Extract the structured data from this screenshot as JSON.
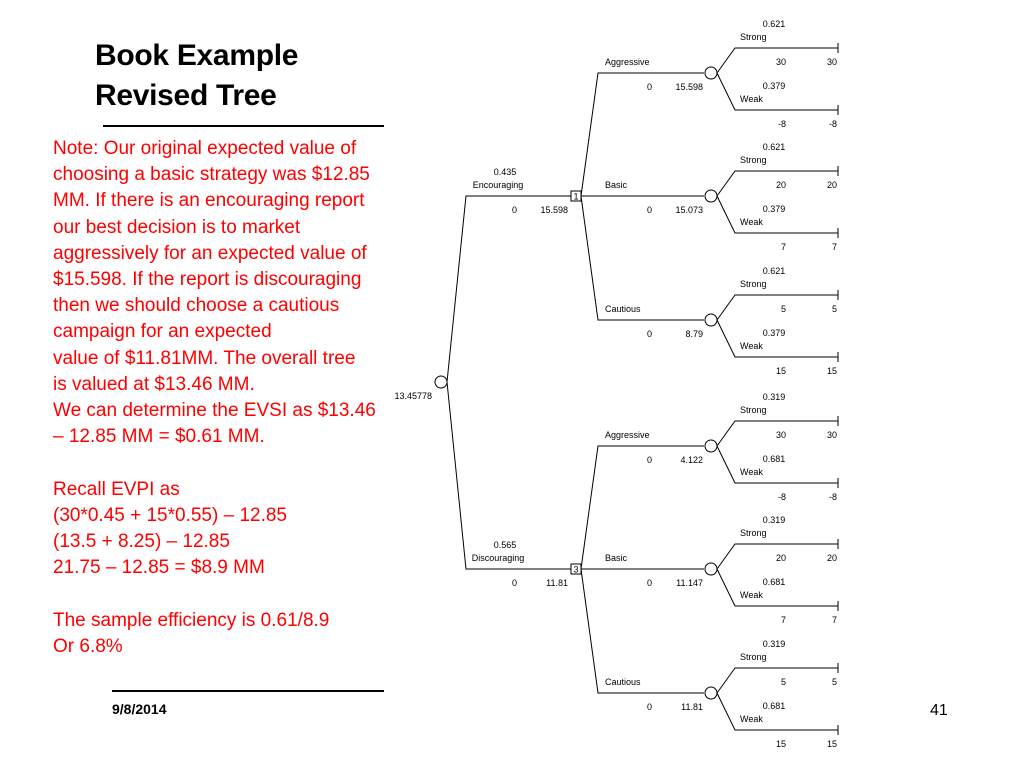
{
  "title_lines": [
    "Book Example",
    "Revised Tree"
  ],
  "note_lines": [
    "Note:  Our original expected value of",
    "choosing a basic strategy was $12.85",
    "MM.  If there is an encouraging report",
    "our best decision is to market",
    "aggressively for an expected value of",
    "$15.598.  If the report is discouraging",
    "then we should choose a cautious",
    "campaign for an expected",
    "value of $11.81MM.  The overall tree",
    "is valued at $13.46 MM.",
    "We can determine the EVSI as $13.46",
    "– 12.85 MM = $0.61 MM.",
    "",
    "Recall EVPI as",
    "(30*0.45 + 15*0.55) – 12.85",
    "(13.5 + 8.25) – 12.85",
    "21.75 – 12.85 = $8.9 MM",
    "",
    "The sample efficiency is 0.61/8.9",
    "Or 6.8%"
  ],
  "footer": {
    "date": "9/8/2014",
    "page": "41"
  },
  "colors": {
    "note_text": "#ff0000"
  },
  "tree": {
    "root_value": "13.45778",
    "reports": [
      {
        "probability": "0.435",
        "label": "Encouraging",
        "payoff": "0",
        "value": "15.598",
        "decision_id": "1",
        "options": [
          {
            "label": "Aggressive",
            "payoff": "0",
            "value": "15.598",
            "outcomes": [
              {
                "probability": "0.621",
                "label": "Strong",
                "payoff": "30",
                "end_value": "30"
              },
              {
                "probability": "0.379",
                "label": "Weak",
                "payoff": "-8",
                "end_value": "-8"
              }
            ]
          },
          {
            "label": "Basic",
            "payoff": "0",
            "value": "15.073",
            "outcomes": [
              {
                "probability": "0.621",
                "label": "Strong",
                "payoff": "20",
                "end_value": "20"
              },
              {
                "probability": "0.379",
                "label": "Weak",
                "payoff": "7",
                "end_value": "7"
              }
            ]
          },
          {
            "label": "Cautious",
            "payoff": "0",
            "value": "8.79",
            "outcomes": [
              {
                "probability": "0.621",
                "label": "Strong",
                "payoff": "5",
                "end_value": "5"
              },
              {
                "probability": "0.379",
                "label": "Weak",
                "payoff": "15",
                "end_value": "15"
              }
            ]
          }
        ]
      },
      {
        "probability": "0.565",
        "label": "Discouraging",
        "payoff": "0",
        "value": "11.81",
        "decision_id": "3",
        "options": [
          {
            "label": "Aggressive",
            "payoff": "0",
            "value": "4.122",
            "outcomes": [
              {
                "probability": "0.319",
                "label": "Strong",
                "payoff": "30",
                "end_value": "30"
              },
              {
                "probability": "0.681",
                "label": "Weak",
                "payoff": "-8",
                "end_value": "-8"
              }
            ]
          },
          {
            "label": "Basic",
            "payoff": "0",
            "value": "11.147",
            "outcomes": [
              {
                "probability": "0.319",
                "label": "Strong",
                "payoff": "20",
                "end_value": "20"
              },
              {
                "probability": "0.681",
                "label": "Weak",
                "payoff": "7",
                "end_value": "7"
              }
            ]
          },
          {
            "label": "Cautious",
            "payoff": "0",
            "value": "11.81",
            "outcomes": [
              {
                "probability": "0.319",
                "label": "Strong",
                "payoff": "5",
                "end_value": "5"
              },
              {
                "probability": "0.681",
                "label": "Weak",
                "payoff": "15",
                "end_value": "15"
              }
            ]
          }
        ]
      }
    ]
  }
}
